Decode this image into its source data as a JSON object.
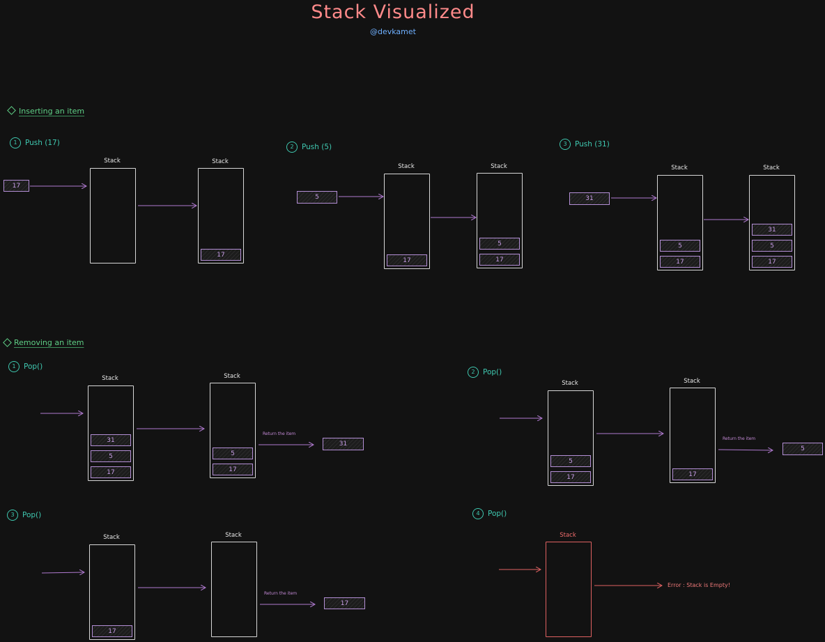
{
  "header": {
    "title": "Stack Visualized",
    "handle": "@devkamet"
  },
  "sections": {
    "inserting": "Inserting an item",
    "removing": "Removing an item"
  },
  "steps": {
    "push1": {
      "num": "1",
      "label": "Push (17)"
    },
    "push2": {
      "num": "2",
      "label": "Push (5)"
    },
    "push3": {
      "num": "3",
      "label": "Push (31)"
    },
    "pop1": {
      "num": "1",
      "label": "Pop()"
    },
    "pop2": {
      "num": "2",
      "label": "Pop()"
    },
    "pop3": {
      "num": "3",
      "label": "Pop()"
    },
    "pop4": {
      "num": "4",
      "label": "Pop()"
    }
  },
  "stack_label": "Stack",
  "return_label": "Return the item",
  "error_text": "Error : Stack is Empty!",
  "inputs": {
    "push1": "17",
    "push2": "5",
    "push3": "31"
  },
  "outputs": {
    "pop1": "31",
    "pop2": "5",
    "pop3": "17"
  },
  "stacks": {
    "push1_before": [],
    "push1_after": [
      "17"
    ],
    "push2_before": [
      "17"
    ],
    "push2_after": [
      "5",
      "17"
    ],
    "push3_before": [
      "5",
      "17"
    ],
    "push3_after": [
      "31",
      "5",
      "17"
    ],
    "pop1_before": [
      "31",
      "5",
      "17"
    ],
    "pop1_after": [
      "5",
      "17"
    ],
    "pop2_before": [
      "5",
      "17"
    ],
    "pop2_after": [
      "17"
    ],
    "pop3_before": [
      "17"
    ],
    "pop3_after": [],
    "pop4_before": []
  },
  "colors": {
    "background": "#121212",
    "title": "#ff8a8a",
    "handle": "#6fb0ff",
    "section": "#5fcf86",
    "step": "#3fc8b0",
    "arrow": "#b07ad0",
    "item_border": "#b48fd6",
    "error": "#e06262"
  }
}
